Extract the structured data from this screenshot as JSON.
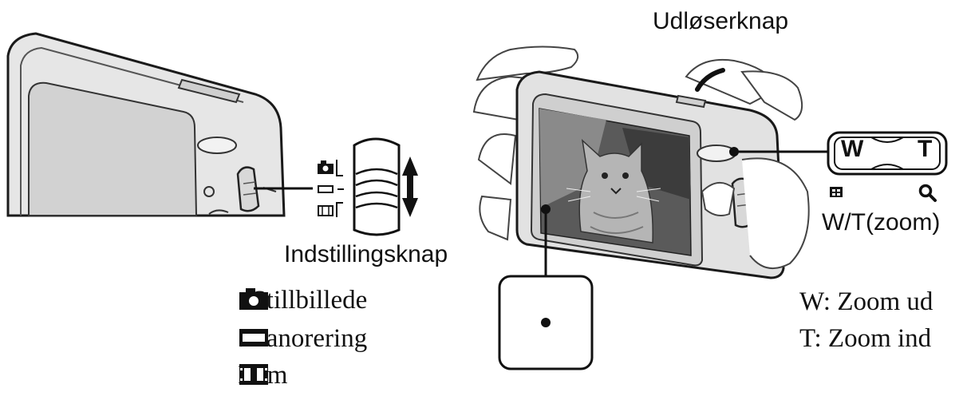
{
  "labels": {
    "shutter_button": "Udløserknap",
    "mode_switch": "Indstillingsknap",
    "zoom_lever": "W/T(zoom)"
  },
  "zoom_lever": {
    "w_letter": "W",
    "t_letter": "T"
  },
  "mode_legend": [
    {
      "icon": "camera-icon",
      "text": ": Stillbillede"
    },
    {
      "icon": "panorama-icon",
      "text": ": Panorering"
    },
    {
      "icon": "film-icon",
      "text": " Film"
    }
  ],
  "zoom_legend": [
    {
      "text": "W: Zoom ud"
    },
    {
      "text": "T: Zoom ind"
    }
  ]
}
